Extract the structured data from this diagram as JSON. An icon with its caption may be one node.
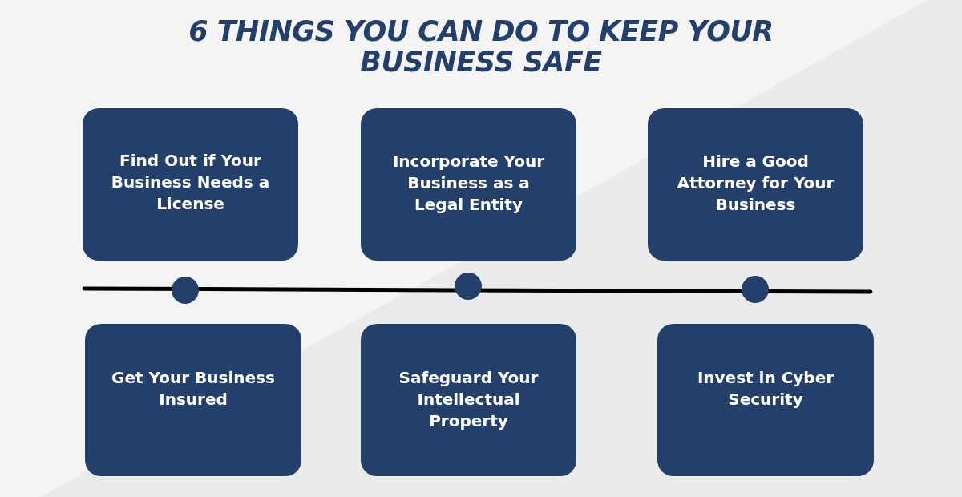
{
  "diagram": {
    "title": "6 THINGS YOU CAN DO TO KEEP YOUR BUSINESS SAFE",
    "nodes": [
      {
        "text": [
          "Find Out if Your Business Needs a License"
        ]
      },
      {
        "text": [
          "Incorporate Your Business as a Legal Entity"
        ]
      },
      {
        "text": [
          "Hire a Good Attorney for Your Business"
        ]
      },
      {
        "text": [
          "Get Your Business Insured"
        ]
      },
      {
        "text": [
          "Safeguard Your Intellectual Property"
        ]
      },
      {
        "text": [
          "Invest in Cyber Security"
        ]
      }
    ]
  }
}
